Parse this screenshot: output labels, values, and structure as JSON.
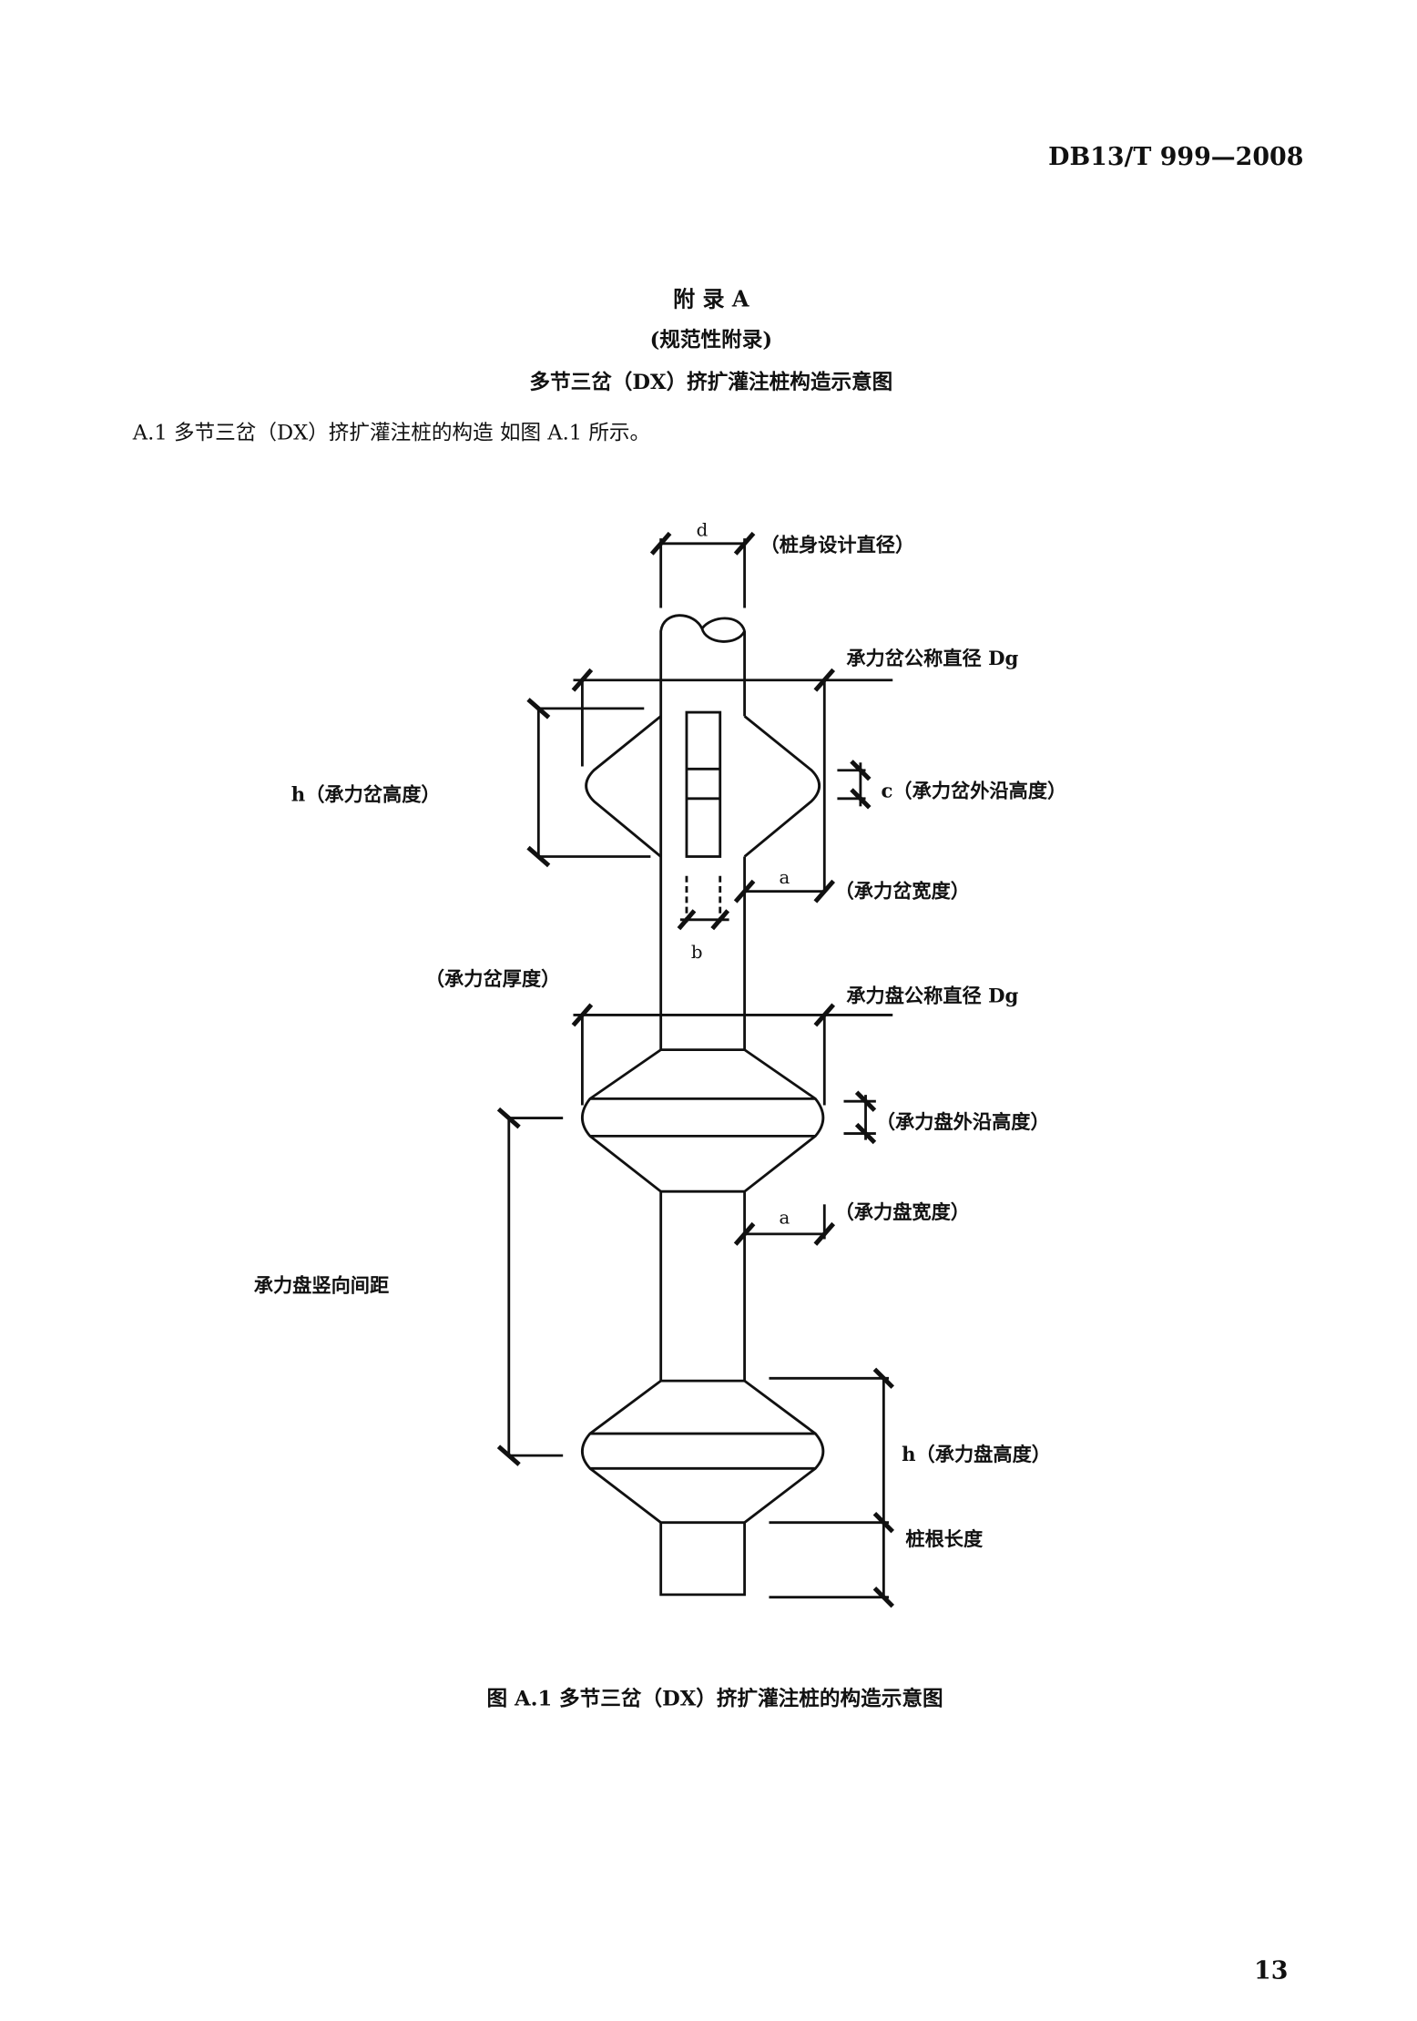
{
  "header": {
    "standard_number": "DB13/T 999—2008"
  },
  "title": {
    "appendix": "附 录 A",
    "type": "(规范性附录)",
    "name": "多节三岔（DX）挤扩灌注桩构造示意图"
  },
  "body": {
    "clause": "A.1  多节三岔（DX）挤扩灌注桩的构造 如图 A.1 所示。"
  },
  "figure": {
    "labels": {
      "d": "d",
      "pile_diameter": "（桩身设计直径）",
      "branch_dg": "承力岔公称直径 Dg",
      "branch_c": "c（承力岔外沿高度）",
      "branch_h": "h（承力岔高度）",
      "a1": "a",
      "branch_width": "（承力岔宽度）",
      "b": "b",
      "branch_thickness": "（承力岔厚度）",
      "plate_dg": "承力盘公称直径 Dg",
      "plate_edge_height": "（承力盘外沿高度）",
      "a2": "a",
      "plate_width": "（承力盘宽度）",
      "plate_spacing": "承力盘竖向间距",
      "plate_h": "h（承力盘高度）",
      "root_length": "桩根长度"
    },
    "caption": "图 A.1   多节三岔（DX）挤扩灌注桩的构造示意图"
  },
  "footer": {
    "page_number": "13"
  }
}
